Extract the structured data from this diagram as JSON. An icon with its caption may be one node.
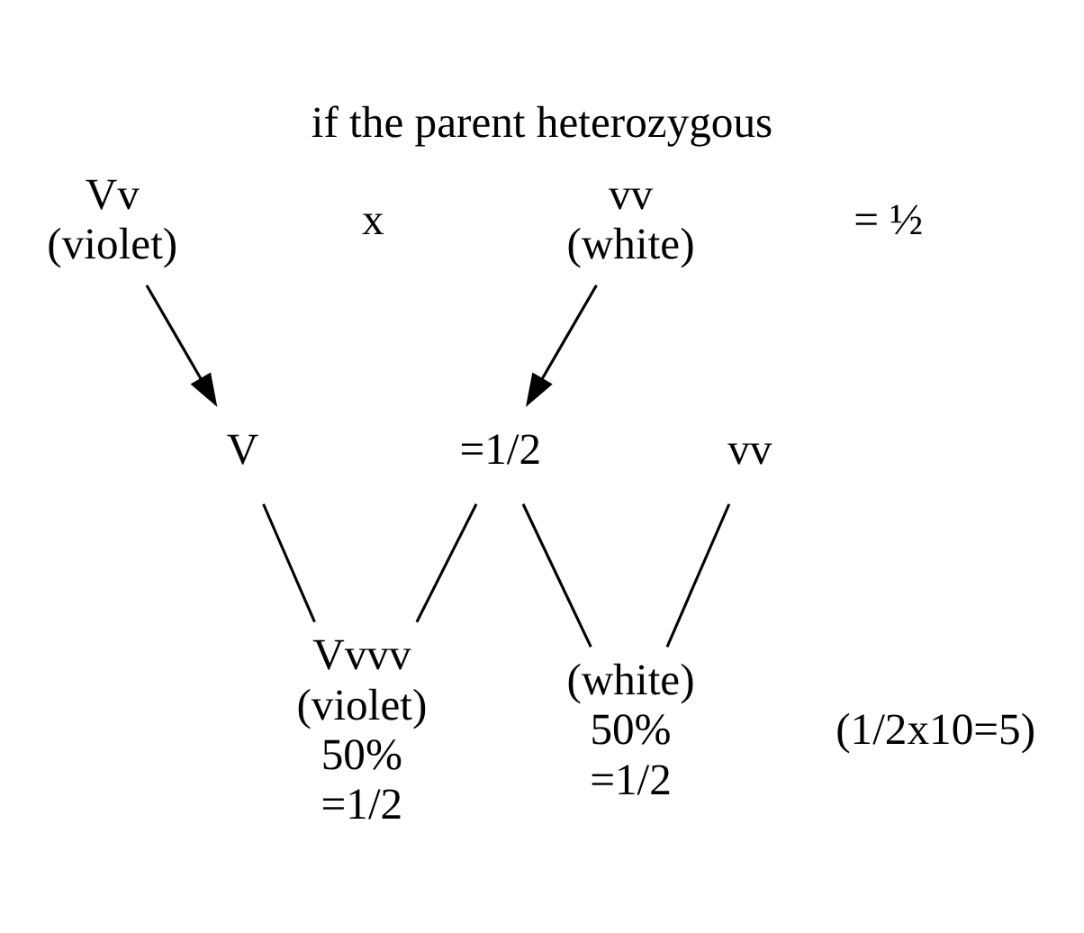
{
  "diagram": {
    "title": "if the parent heterozygous",
    "nodes": [
      {
        "text": [
          "Vv",
          "(violet)"
        ]
      },
      {
        "text": [
          "vv",
          "(white)"
        ]
      },
      {
        "text": [
          "V"
        ]
      },
      {
        "text": [
          "vv"
        ]
      },
      {
        "text": [
          "=1/2"
        ]
      },
      {
        "text": [
          "Vvvv",
          "(violet)",
          "50%",
          "=1/2"
        ]
      },
      {
        "text": [
          "(white)",
          "50%",
          "=1/2"
        ]
      }
    ],
    "edges": [
      {
        "from": 0,
        "to": 2,
        "arrow": "to"
      },
      {
        "from": 1,
        "to": 4,
        "arrow": "to"
      },
      {
        "from": 2,
        "to": 5,
        "arrow": "none"
      },
      {
        "from": 3,
        "to": 6,
        "arrow": "none"
      },
      {
        "from": 4,
        "to": 5,
        "arrow": "none"
      },
      {
        "from": 4,
        "to": 6,
        "arrow": "none"
      }
    ],
    "labels": [
      "x",
      "= ½",
      "(1/2x10=5)"
    ]
  }
}
